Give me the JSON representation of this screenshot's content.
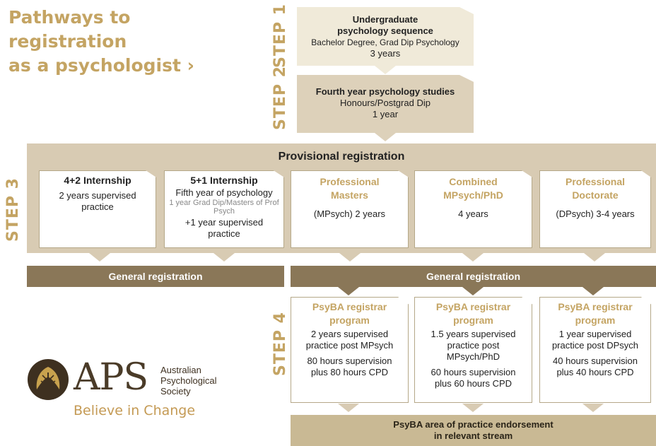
{
  "title": {
    "line1": "Pathways to registration",
    "line2": "as a psychologist ›"
  },
  "steps": {
    "s1": "STEP 1",
    "s2": "STEP 2",
    "s3": "STEP 3",
    "s4": "STEP 4"
  },
  "step1": {
    "line1": "Undergraduate",
    "line2": "psychology sequence",
    "line3": "Bachelor Degree, Grad Dip Psychology",
    "line4": "3 years"
  },
  "step2": {
    "line1": "Fourth year psychology studies",
    "line2": "Honours/Postgrad Dip",
    "line3": "1 year"
  },
  "provisional": "Provisional registration",
  "pathways": [
    {
      "head": "4+2 Internship",
      "body": "2 years supervised practice"
    },
    {
      "head": "5+1 Internship",
      "body1": "Fifth year of psychology",
      "small": "1 year Grad Dip/Masters of Prof Psych",
      "body2": "+1 year supervised practice"
    },
    {
      "head": "Professional Masters",
      "body": "(MPsych) 2 years"
    },
    {
      "head": "Combined MPsych/PhD",
      "body": "4 years"
    },
    {
      "head": "Professional Doctorate",
      "body": "(DPsych) 3-4 years"
    }
  ],
  "general_left": "General registration",
  "general_right": "General registration",
  "registrar": [
    {
      "head": "PsyBA registrar program",
      "body1": "2 years supervised practice post MPsych",
      "body2": "80 hours supervision plus 80 hours CPD"
    },
    {
      "head": "PsyBA registrar program",
      "body1": "1.5 years supervised practice post MPsych/PhD",
      "body2": "60 hours supervision plus 60 hours CPD"
    },
    {
      "head": "PsyBA registrar program",
      "body1": "1 year supervised practice post DPsych",
      "body2": "40 hours supervision plus 40 hours CPD"
    }
  ],
  "endorsement": {
    "line1": "PsyBA area of practice endorsement",
    "line2": "in relevant stream"
  },
  "logo": {
    "aps": "APS",
    "org1": "Australian",
    "org2": "Psychological",
    "org3": "Society",
    "tagline": "Believe in Change"
  },
  "colors": {
    "gold": "#c4a463",
    "brown": "#8a7758",
    "panel": "#d8cbb3",
    "step1_fill": "#f0ead9",
    "step2_fill": "#ddd1ba"
  }
}
